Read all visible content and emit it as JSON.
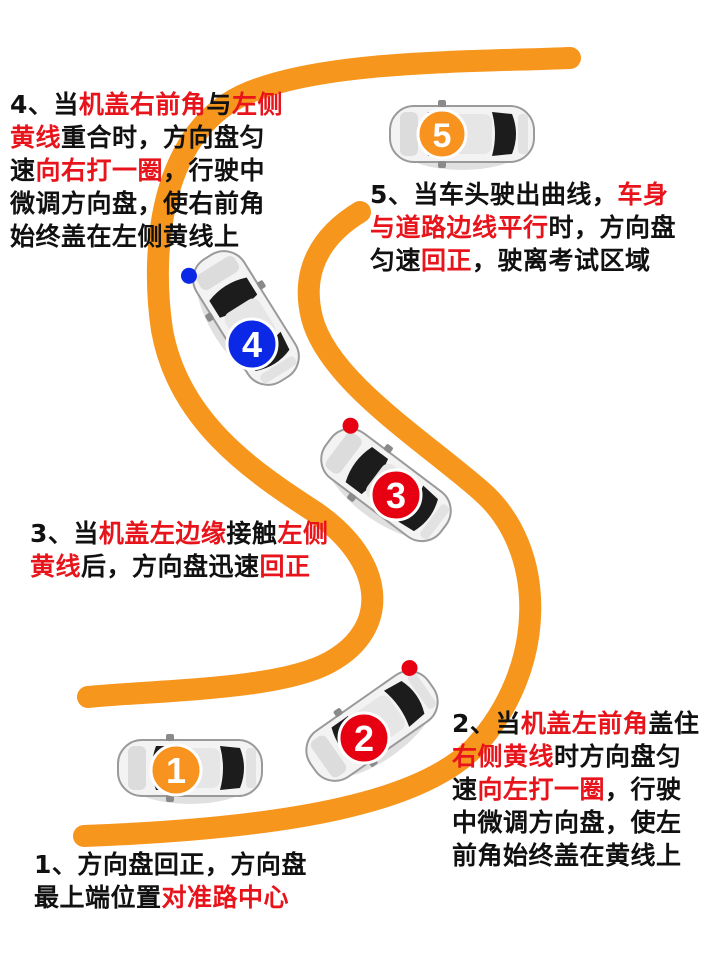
{
  "colors": {
    "road_line": "#f7961d",
    "highlight": "#e8141c",
    "text": "#111111",
    "car_body": "#f3f3f3",
    "car_glass": "#1c1c1c",
    "badge_orange": "#f7931e",
    "badge_red": "#e60012",
    "badge_blue": "#0a28e6"
  },
  "cars": [
    {
      "id": "car-1",
      "number": "1",
      "badge_color": "#f7931e",
      "marker": false
    },
    {
      "id": "car-2",
      "number": "2",
      "badge_color": "#e60012",
      "marker": true,
      "marker_color": "#e60012"
    },
    {
      "id": "car-3",
      "number": "3",
      "badge_color": "#e60012",
      "marker": true,
      "marker_color": "#e60012"
    },
    {
      "id": "car-4",
      "number": "4",
      "badge_color": "#0a28e6",
      "marker": true,
      "marker_color": "#0a28e6"
    },
    {
      "id": "car-5",
      "number": "5",
      "badge_color": "#f7931e",
      "marker": false
    }
  ],
  "steps": [
    {
      "id": "step-1",
      "lines": [
        [
          {
            "t": "1、方向盘回正，方向盘"
          }
        ],
        [
          {
            "t": "最上端位置"
          },
          {
            "t": "对准路中心",
            "hl": true
          }
        ]
      ]
    },
    {
      "id": "step-2",
      "lines": [
        [
          {
            "t": "2、当"
          },
          {
            "t": "机盖左前角",
            "hl": true
          },
          {
            "t": "盖住"
          }
        ],
        [
          {
            "t": "右侧黄线",
            "hl": true
          },
          {
            "t": "时方向盘匀"
          }
        ],
        [
          {
            "t": "速"
          },
          {
            "t": "向左打一圈",
            "hl": true
          },
          {
            "t": "，行驶"
          }
        ],
        [
          {
            "t": "中微调方向盘，使左"
          }
        ],
        [
          {
            "t": "前角始终盖在黄线上"
          }
        ]
      ]
    },
    {
      "id": "step-3",
      "lines": [
        [
          {
            "t": "3、当"
          },
          {
            "t": "机盖左边缘",
            "hl": true
          },
          {
            "t": "接触"
          },
          {
            "t": "左侧",
            "hl": true
          }
        ],
        [
          {
            "t": "黄线",
            "hl": true
          },
          {
            "t": "后，方向盘迅速"
          },
          {
            "t": "回正",
            "hl": true
          }
        ]
      ]
    },
    {
      "id": "step-4",
      "lines": [
        [
          {
            "t": "4、当"
          },
          {
            "t": "机盖右前角",
            "hl": true
          },
          {
            "t": "与"
          },
          {
            "t": "左侧",
            "hl": true
          }
        ],
        [
          {
            "t": "黄线",
            "hl": true
          },
          {
            "t": "重合时，方向盘匀"
          }
        ],
        [
          {
            "t": "速"
          },
          {
            "t": "向右打一圈",
            "hl": true
          },
          {
            "t": "，行驶中"
          }
        ],
        [
          {
            "t": "微调方向盘，使右前角"
          }
        ],
        [
          {
            "t": "始终盖在左侧黄线上"
          }
        ]
      ]
    },
    {
      "id": "step-5",
      "lines": [
        [
          {
            "t": "5、当车头驶出曲线，"
          },
          {
            "t": "车身",
            "hl": true
          }
        ],
        [
          {
            "t": "与道路边线平行",
            "hl": true
          },
          {
            "t": "时，方向盘"
          }
        ],
        [
          {
            "t": "匀速"
          },
          {
            "t": "回正",
            "hl": true
          },
          {
            "t": "，驶离考试区域"
          }
        ]
      ]
    }
  ]
}
